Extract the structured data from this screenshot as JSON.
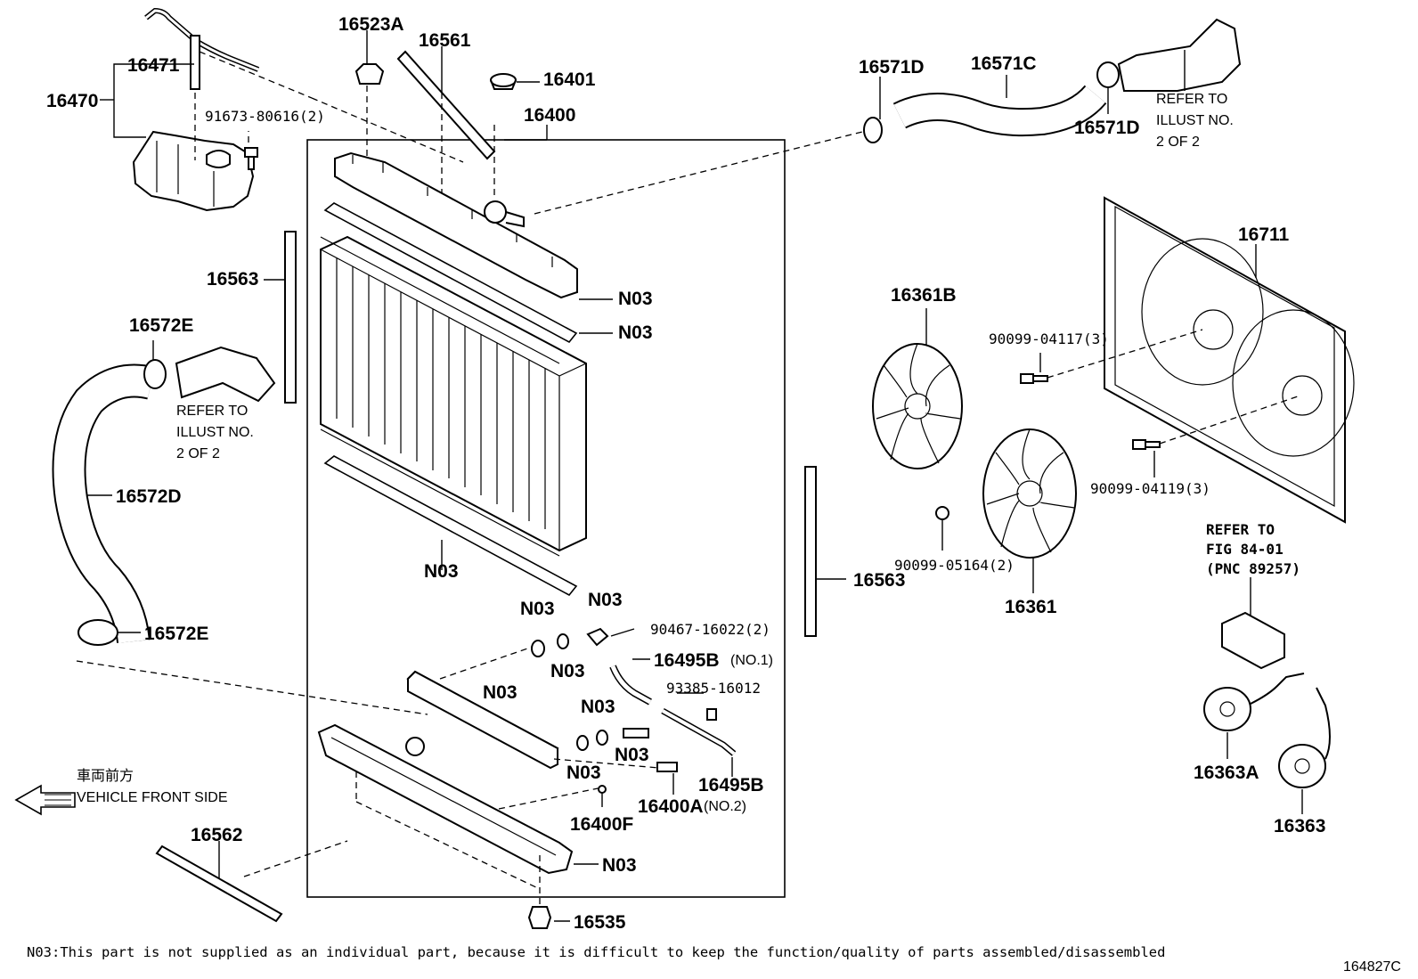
{
  "diagram": {
    "drawing_number": "164827C",
    "footnote": "N03:This part is not supplied as an individual part, because it is difficult to keep the function/quality of parts assembled/disassembled",
    "direction": {
      "japanese": "車両前方",
      "english": "VEHICLE FRONT SIDE"
    },
    "labels": {
      "p16471": "16471",
      "p16470": "16470",
      "p91673": "91673-80616(2)",
      "p16523A": "16523A",
      "p16561": "16561",
      "p16401": "16401",
      "p16400": "16400",
      "p16563_left": "16563",
      "p16572E_top": "16572E",
      "p16572D": "16572D",
      "p16572E_bot": "16572E",
      "p16562": "16562",
      "p16535": "16535",
      "n03_a": "N03",
      "n03_b": "N03",
      "n03_c": "N03",
      "n03_d": "N03",
      "n03_e": "N03",
      "n03_f": "N03",
      "n03_g": "N03",
      "n03_h": "N03",
      "n03_i": "N03",
      "n03_j": "N03",
      "n03_k": "N03",
      "p90467": "90467-16022(2)",
      "p16495B_1": "16495B",
      "p16495B_1_note": "(NO.1)",
      "p93385": "93385-16012",
      "p16495B_2": "16495B",
      "p16495B_2_note": "(NO.2)",
      "p16400A": "16400A",
      "p16400F": "16400F",
      "p16571D_left": "16571D",
      "p16571C": "16571C",
      "p16571D_right": "16571D",
      "p16361B": "16361B",
      "p16711": "16711",
      "p90099_04117": "90099-04117(3)",
      "p90099_04119": "90099-04119(3)",
      "p90099_05164": "90099-05164(2)",
      "p16563_right": "16563",
      "p16361": "16361",
      "p16363A": "16363A",
      "p16363": "16363"
    },
    "refer_notes": {
      "upper_right": [
        "REFER TO",
        "ILLUST NO.",
        "2 OF 2"
      ],
      "left": [
        "REFER TO",
        "ILLUST NO.",
        "2 OF 2"
      ],
      "fig": [
        "REFER TO",
        "FIG 84-01",
        "(PNC 89257)"
      ]
    }
  }
}
